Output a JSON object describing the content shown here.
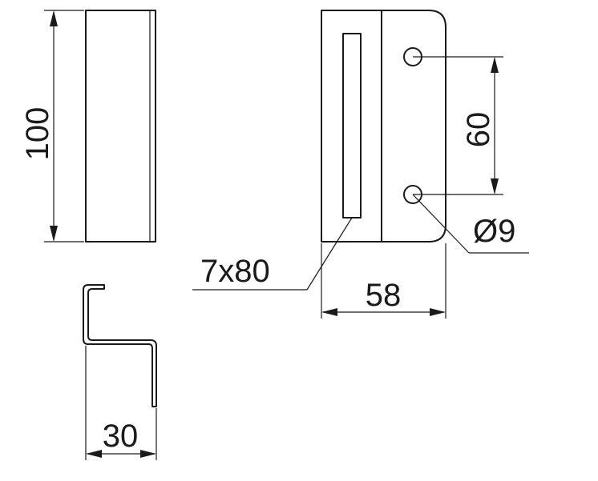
{
  "dimensions": {
    "height_total": "100",
    "width_profile": "30",
    "slot": "7x80",
    "width_front": "58",
    "hole_spacing": "60",
    "hole_diameter": "Ø9"
  }
}
